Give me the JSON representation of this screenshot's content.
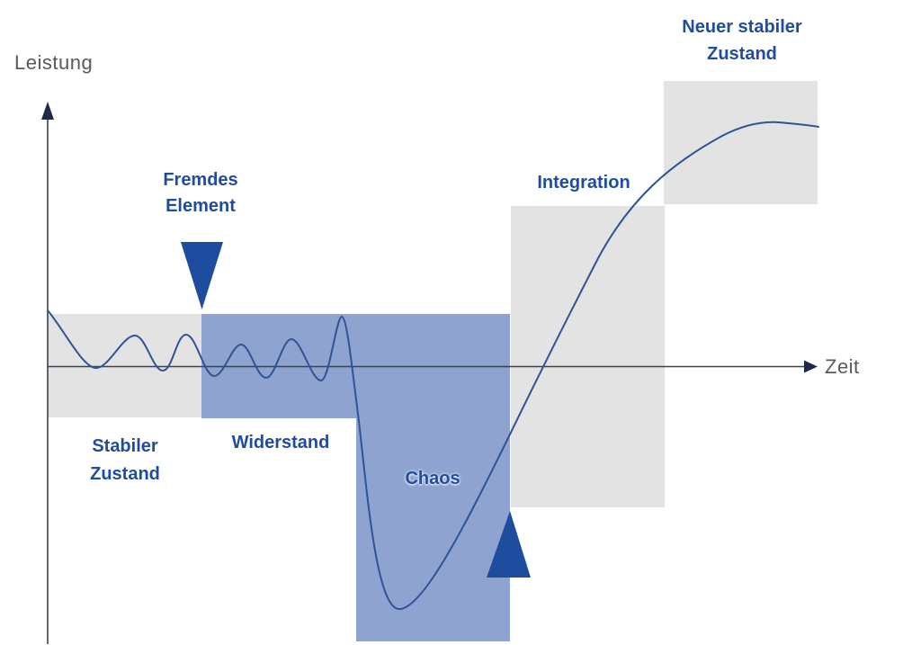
{
  "colors": {
    "background": "#ffffff",
    "box_gray": "#e3e3e3",
    "box_blue": "#8ea3cf",
    "curve_blue": "#2f5496",
    "accent_blue": "#1e4c9f",
    "axis_line": "#3a4150",
    "axis_arrow": "#1f2b47",
    "label_gray": "#595959",
    "label_blue": "#1f4c9f"
  },
  "axes": {
    "y_label": "Leistung",
    "x_label": "Zeit"
  },
  "phases": [
    {
      "id": "stabiler-zustand",
      "label_lines": [
        "Stabiler",
        "Zustand"
      ],
      "fill": "#e3e3e3"
    },
    {
      "id": "widerstand",
      "label_lines": [
        "Widerstand"
      ],
      "fill": "#8ea3cf"
    },
    {
      "id": "chaos",
      "label_lines": [
        "Chaos"
      ],
      "fill": "#8ea3cf"
    },
    {
      "id": "integration",
      "label_lines": [
        "Integration"
      ],
      "fill": "#e3e3e3"
    },
    {
      "id": "neuer-stabiler-zustand",
      "label_lines": [
        "Neuer stabiler",
        "Zustand"
      ],
      "fill": "#e3e3e3"
    }
  ],
  "annotations": {
    "fremdes_element": {
      "label_lines": [
        "Fremdes",
        "Element"
      ]
    }
  }
}
